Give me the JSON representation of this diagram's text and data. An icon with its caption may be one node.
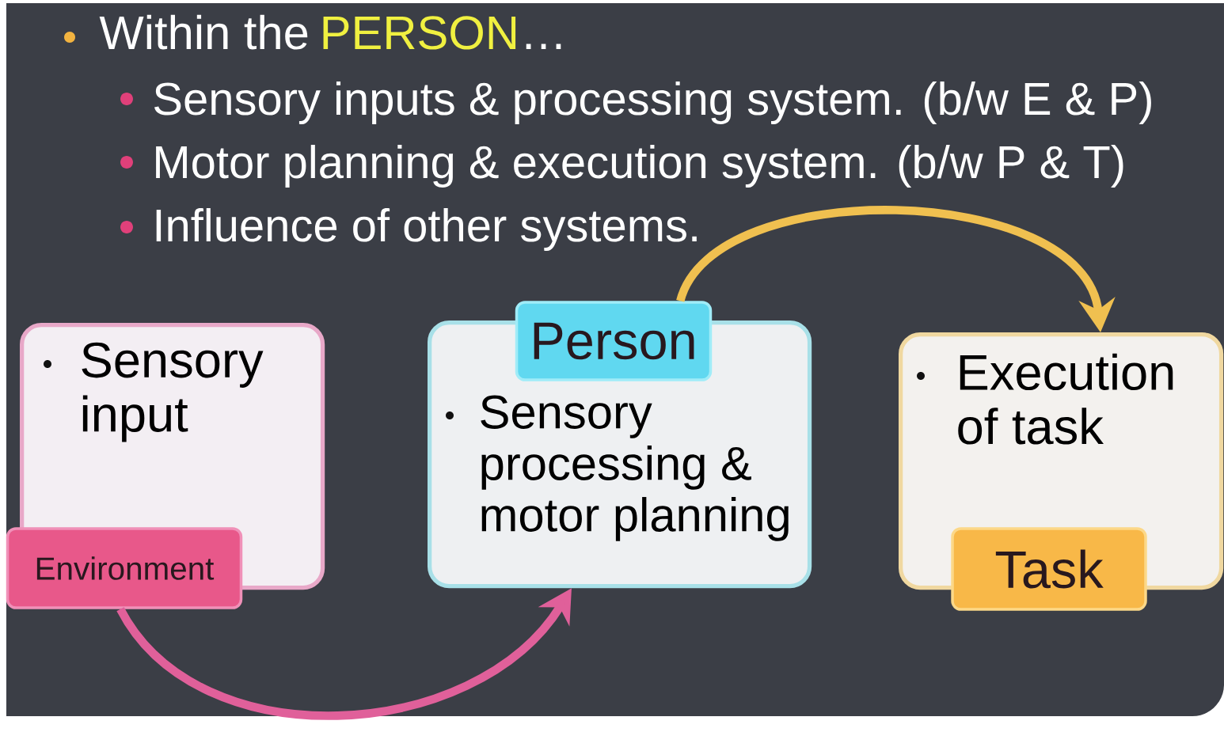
{
  "diagram": {
    "nodes": [
      {
        "text": [
          "Sensory input"
        ]
      },
      {
        "text": [
          "Environment"
        ]
      },
      {
        "text": [
          "Sensory processing & motor planning"
        ]
      },
      {
        "text": [
          "Person"
        ]
      },
      {
        "text": [
          "Execution of task"
        ]
      },
      {
        "text": [
          "Task"
        ]
      }
    ],
    "edges": [
      {
        "from": 1,
        "to": 2,
        "arrow": "to",
        "color": "#e0609a"
      },
      {
        "from": 3,
        "to": 4,
        "arrow": "to",
        "color": "#f0c050"
      }
    ],
    "labels": [
      "Within the",
      "PERSON",
      "…",
      "Sensory inputs & processing system. (b/w E & P)",
      "Motor planning & execution system. (b/w P & T)",
      "Influence of other systems."
    ]
  }
}
